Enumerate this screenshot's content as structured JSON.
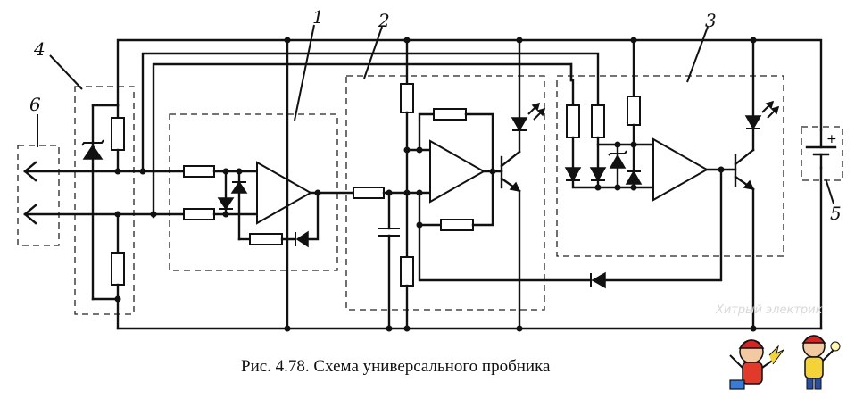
{
  "caption": "Рис. 4.78. Схема универсального пробника",
  "labels": {
    "block_1": "1",
    "block_2": "2",
    "block_3": "3",
    "block_4": "4",
    "block_5": "5",
    "block_6": "6"
  },
  "watermark": "Хитрый электрик",
  "battery_polarity": "+"
}
